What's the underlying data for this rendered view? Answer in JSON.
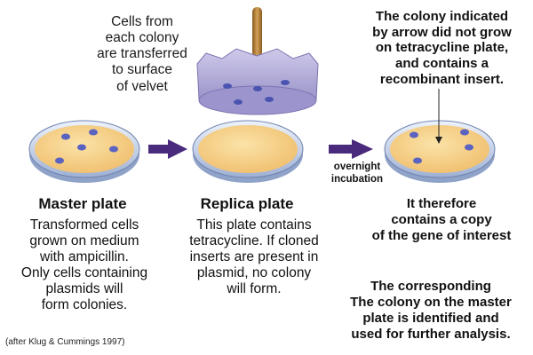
{
  "velvet_note": "Cells from\neach colony\nare transferred\nto surface\nof velvet",
  "top_note": "The colony indicated\nby arrow did not grow\non tetracycline plate,\nand contains a\nrecombinant insert.",
  "master": {
    "label": "Master plate",
    "description": "Transformed cells\ngrown on medium\nwith ampicillin.\nOnly cells containing\nplasmids will\nform colonies."
  },
  "replica": {
    "label": "Replica plate",
    "description": "This plate contains\ntetracycline.  If cloned\ninserts are present in\nplasmid, no colony\nwill form."
  },
  "step_label": "overnight\nincubation",
  "mid_note": "It therefore\ncontains a copy\nof the gene of interest",
  "bottom_note": "The corresponding\nThe colony on the master\nplate is identified and\nused for further analysis.",
  "credit": "(after Klug & Cummings 1997)",
  "colors": {
    "agar": "#f6cf86",
    "dish_rim": "#b8c9e6",
    "colony": "#5a63c0",
    "arrow": "#4a2a7c",
    "velvet": "#a7a0d2",
    "handle": "#b3823c"
  }
}
